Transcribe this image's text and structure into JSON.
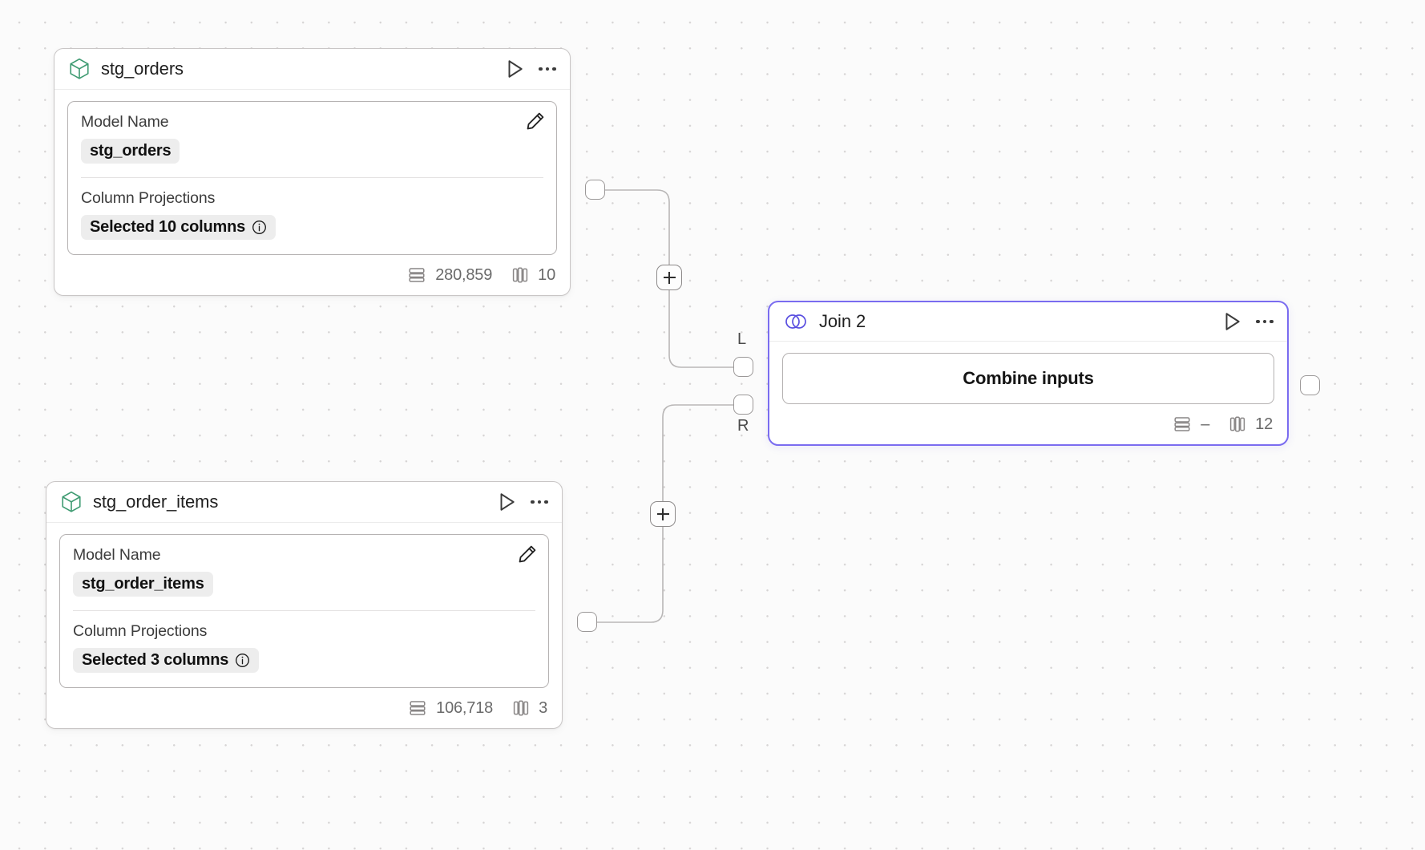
{
  "canvas": {
    "background_color": "#fbfbfb",
    "grid_dot_color": "#d6d4d4",
    "edge_color": "#b9b7b7",
    "accent_color": "#7a6cf0",
    "model_icon_color": "#3f9b72"
  },
  "nodes": [
    {
      "id": "stg_orders",
      "type": "model",
      "icon": "cube-icon",
      "title": "stg_orders",
      "selected": false,
      "fields": [
        {
          "label": "Model Name",
          "value": "stg_orders",
          "info": false
        },
        {
          "label": "Column Projections",
          "value": "Selected 10 columns",
          "info": true
        }
      ],
      "footer": {
        "rows": "280,859",
        "columns": "10"
      },
      "actions": {
        "run": "run-icon",
        "more": "more-icon",
        "edit": "edit-icon"
      }
    },
    {
      "id": "stg_order_items",
      "type": "model",
      "icon": "cube-icon",
      "title": "stg_order_items",
      "selected": false,
      "fields": [
        {
          "label": "Model Name",
          "value": "stg_order_items",
          "info": false
        },
        {
          "label": "Column Projections",
          "value": "Selected 3 columns",
          "info": true
        }
      ],
      "footer": {
        "rows": "106,718",
        "columns": "3"
      },
      "actions": {
        "run": "run-icon",
        "more": "more-icon",
        "edit": "edit-icon"
      }
    },
    {
      "id": "join_2",
      "type": "join",
      "icon": "join-venn-icon",
      "title": "Join 2",
      "selected": true,
      "button_label": "Combine inputs",
      "footer": {
        "rows": "–",
        "columns": "12"
      },
      "ports": {
        "left": "L",
        "right": "R"
      },
      "actions": {
        "run": "run-icon",
        "more": "more-icon"
      }
    }
  ],
  "edges": [
    {
      "from": "stg_orders",
      "to": "join_2",
      "to_port": "L",
      "add_label": "+"
    },
    {
      "from": "stg_order_items",
      "to": "join_2",
      "to_port": "R",
      "add_label": "+"
    }
  ]
}
